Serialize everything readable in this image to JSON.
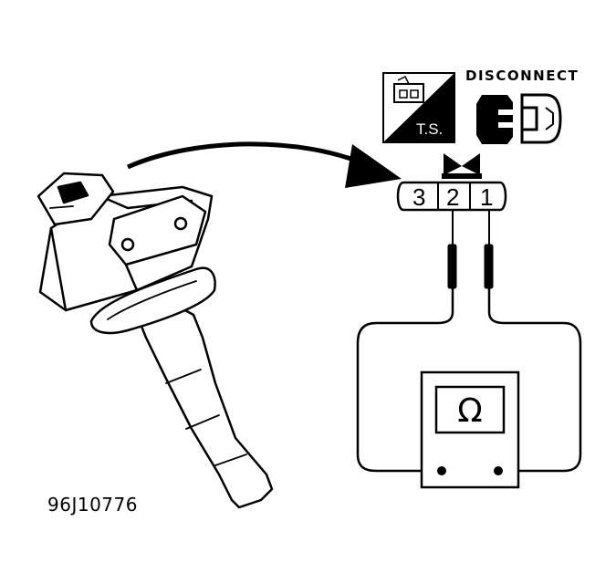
{
  "figure_id": "96J10776",
  "disconnect_label": "DISCONNECT",
  "ts_label": "T.S.",
  "connector": {
    "pins": [
      "3",
      "2",
      "1"
    ]
  },
  "meter": {
    "symbol": "Ω"
  },
  "icons": {
    "ts_icon": "harness-connector-side-icon",
    "disconnect_icon": "disconnect-connector-icon",
    "meter_icon": "ohmmeter-icon",
    "arrow": "curved-arrow"
  }
}
